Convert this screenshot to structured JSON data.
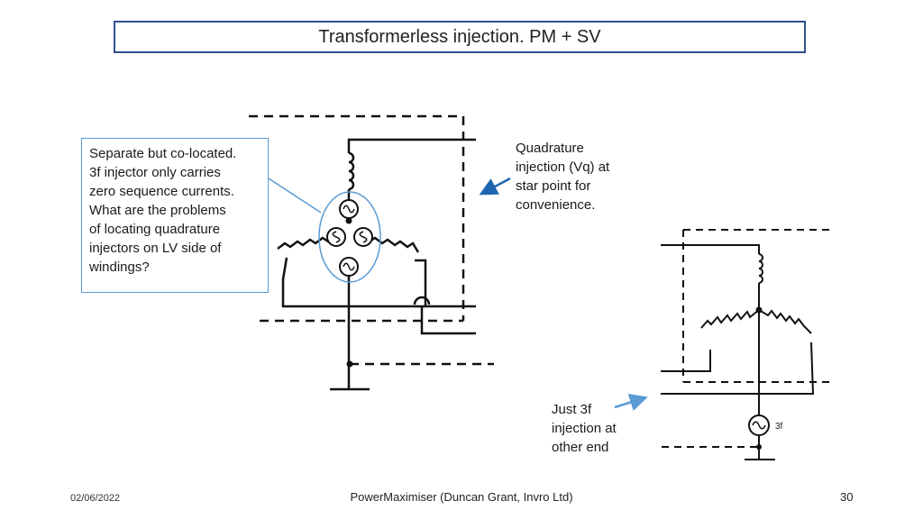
{
  "title": "Transformerless injection.  PM + SV",
  "callout_lines": [
    "Separate but co-located.",
    "3f injector only carries",
    "zero sequence currents.",
    "What are the problems",
    "of locating quadrature",
    "injectors on LV side of",
    "windings?"
  ],
  "quadrature_note_lines": [
    "Quadrature",
    "injection (Vq) at",
    "star point for",
    "convenience."
  ],
  "just3f_note_lines": [
    "Just 3f",
    "injection at",
    "other end"
  ],
  "source_label_3f": "3f",
  "footer": {
    "date": "02/06/2022",
    "center": "PowerMaximiser  (Duncan Grant, Invro Ltd)",
    "page": "30"
  },
  "colors": {
    "title_border": "#2f4f8f",
    "callout_border": "#5a9bd4",
    "arrow_dark": "#1f66b0",
    "arrow_light": "#5a9bd4"
  }
}
